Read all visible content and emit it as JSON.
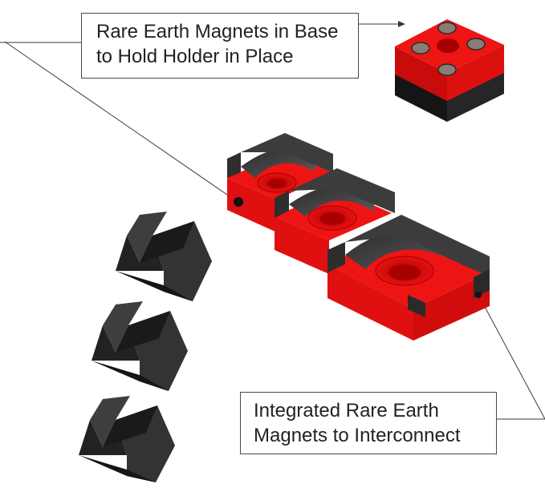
{
  "colors": {
    "accent_red": "#ee1111",
    "dark_gray": "#3a3a3a",
    "black": "#111111",
    "magnet_gray": "#8a7d76"
  },
  "callouts": {
    "top": {
      "lines": [
        "Rare Earth Magnets in Base",
        "to Hold Holder in Place"
      ]
    },
    "bottom": {
      "lines": [
        "Integrated Rare Earth",
        "Magnets to Interconnect"
      ]
    }
  }
}
